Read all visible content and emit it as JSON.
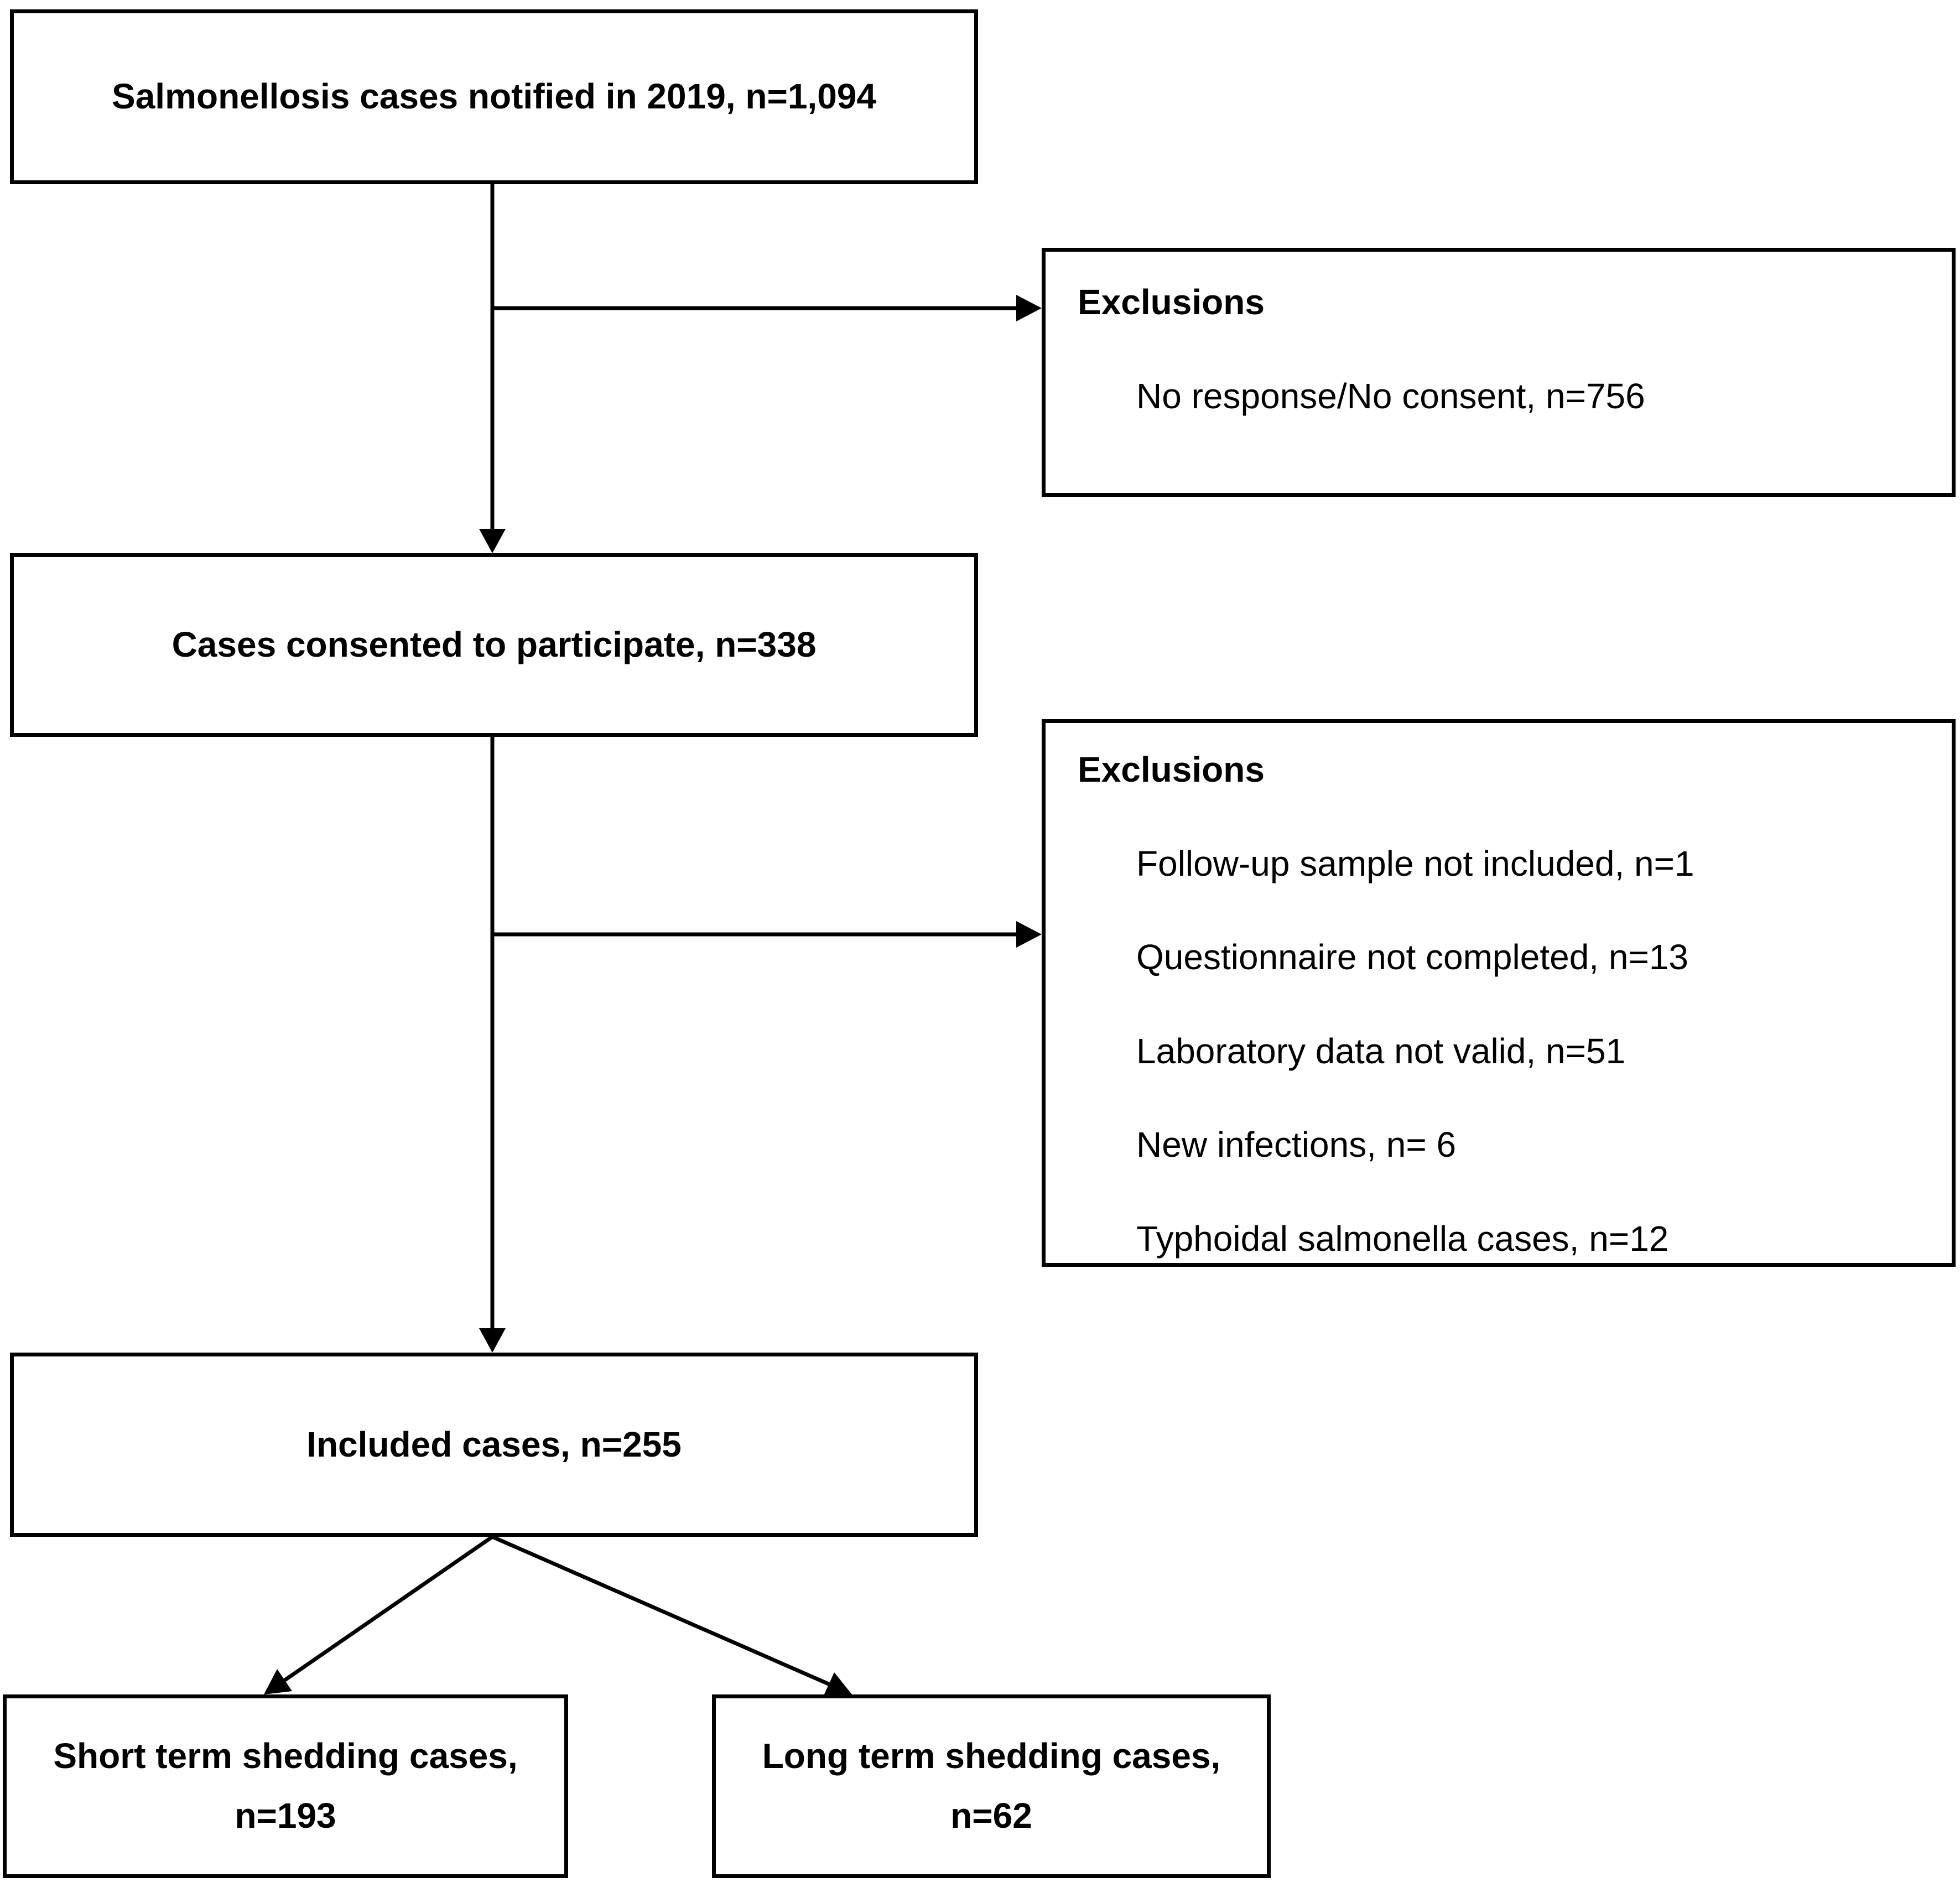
{
  "page": {
    "background": "#ffffff",
    "line_color": "#000000",
    "text_color": "#000000"
  },
  "flowchart": {
    "notified": {
      "label": "Salmonellosis cases notified in 2019, n=1,094"
    },
    "exclusions_first": {
      "title": "Exclusions",
      "items": [
        "No response/No consent, n=756"
      ]
    },
    "consented": {
      "label": "Cases consented to participate, n=338"
    },
    "exclusions_second": {
      "title": "Exclusions",
      "items": [
        "Follow-up sample not included, n=1",
        "Questionnaire not completed, n=13",
        "Laboratory data not valid, n=51",
        "New infections, n= 6",
        "Typhoidal salmonella cases, n=12"
      ]
    },
    "included": {
      "label": "Included cases, n=255"
    },
    "short_term": {
      "line1": "Short term shedding cases,",
      "line2": "n=193"
    },
    "long_term": {
      "line1": "Long term shedding cases,",
      "line2": "n=62"
    }
  }
}
